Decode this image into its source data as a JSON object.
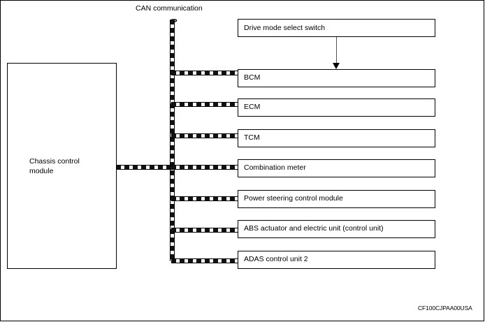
{
  "diagram": {
    "title": "CAN communication",
    "figure_code": "CF100CJPAA00USA",
    "bus_line_color": "#111111",
    "box_border_color": "#000000",
    "background_color": "#ffffff",
    "arrow_color": "#000000"
  },
  "source_node": {
    "label": "Chassis control module",
    "label_line_1": "Chassis control",
    "label_line_2": "module"
  },
  "input_node": {
    "label": "Drive mode select switch",
    "connects_to": "BCM",
    "connection_type": "arrow"
  },
  "bus_nodes": [
    {
      "label": "BCM"
    },
    {
      "label": "ECM"
    },
    {
      "label": "TCM"
    },
    {
      "label": "Combination meter"
    },
    {
      "label": "Power steering control module"
    },
    {
      "label": "ABS actuator and electric unit (control unit)"
    },
    {
      "label": "ADAS control unit 2"
    }
  ]
}
